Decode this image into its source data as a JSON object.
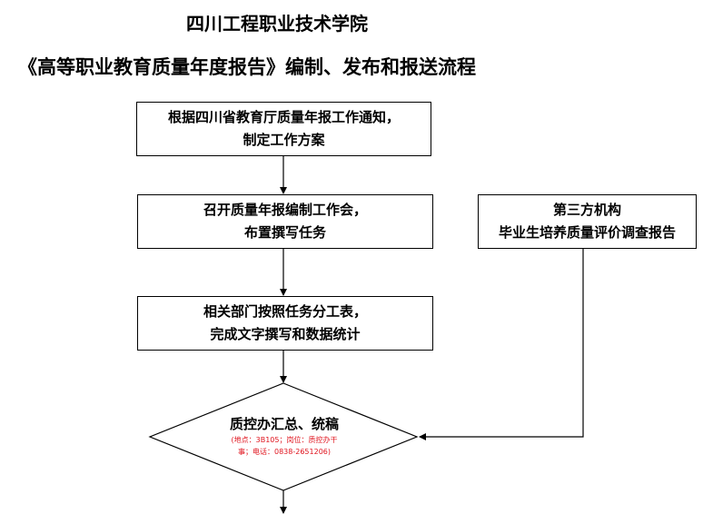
{
  "header": {
    "institution": "四川工程职业技术学院",
    "document_title": "《高等职业教育质量年度报告》编制、发布和报送流程"
  },
  "flow": {
    "step1": {
      "line1": "根据四川省教育厅质量年报工作通知，",
      "line2": "制定工作方案"
    },
    "step2": {
      "line1": "召开质量年报编制工作会，",
      "line2": "布置撰写任务"
    },
    "step3": {
      "line1": "相关部门按照任务分工表，",
      "line2": "完成文字撰写和数据统计"
    },
    "third_party": {
      "line1": "第三方机构",
      "line2": "毕业生培养质量评价调查报告"
    },
    "decision": {
      "label": "质控办汇总、统稿",
      "note_line1": "(地点：3B105；岗位：质控办干",
      "note_line2": "事；电话：0838-2651206)"
    }
  },
  "colors": {
    "note": "#e0141e",
    "lines": "#000000"
  }
}
